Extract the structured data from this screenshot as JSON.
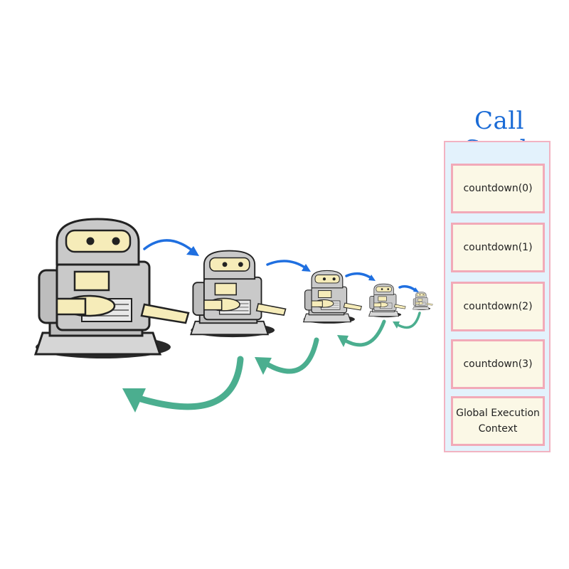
{
  "title": "Call Stack",
  "stack_frames": [
    "countdown(0)",
    "countdown(1)",
    "countdown(2)",
    "countdown(3)",
    "Global Execution Context"
  ],
  "colors": {
    "title": "#1a6bd6",
    "forward_arrow": "#1f6fe0",
    "return_arrow": "#4bae8f",
    "frame_border": "#f2aab8",
    "frame_fill": "#fbf8e6",
    "stack_fill": "#e3f2fc",
    "robot_body": "#c7c7c7",
    "robot_accent": "#f6ecb9"
  }
}
